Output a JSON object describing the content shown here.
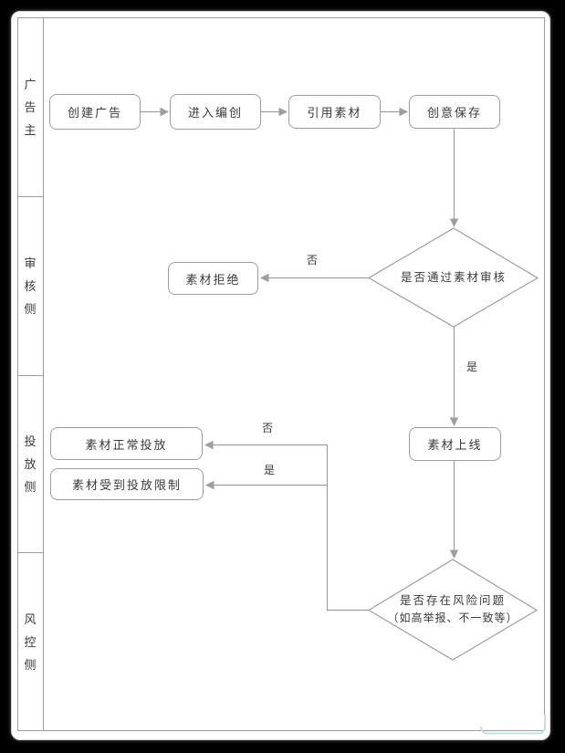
{
  "page": {
    "background": "#000000",
    "card_background": "#ffffff"
  },
  "colors": {
    "line": "#9e9e9e",
    "text": "#3a3a3a",
    "bottom_right_accent": "#bfe0e7"
  },
  "lanes": [
    {
      "label": "广告主"
    },
    {
      "label": "审核侧"
    },
    {
      "label": "投放侧"
    },
    {
      "label": "风控侧"
    }
  ],
  "nodes": {
    "create_ad": {
      "label": "创建广告"
    },
    "enter_edit": {
      "label": "进入编创"
    },
    "reference_material": {
      "label": "引用素材"
    },
    "save_creative": {
      "label": "创意保存"
    },
    "material_rejected": {
      "label": "素材拒绝"
    },
    "material_online": {
      "label": "素材上线"
    },
    "material_normal_delivery": {
      "label": "素材正常投放"
    },
    "material_delivery_limited": {
      "label": "素材受到投放限制"
    }
  },
  "decisions": {
    "material_review": {
      "label": "是否通过素材审核"
    },
    "risk_issue": {
      "label_line1": "是否存在风险问题",
      "label_line2": "（如高举报、不一致等）"
    }
  },
  "edge_labels": {
    "no": "否",
    "yes": "是"
  }
}
